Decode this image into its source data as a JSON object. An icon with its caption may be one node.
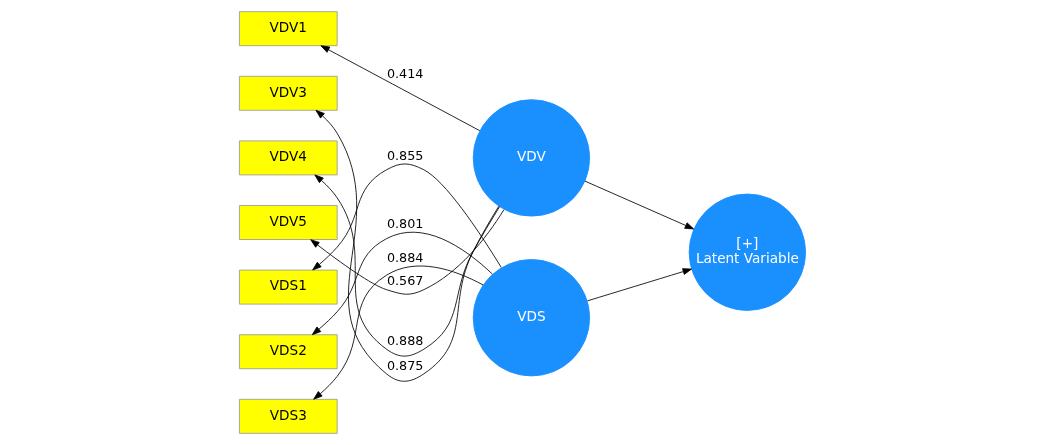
{
  "diagram": {
    "nodes": [
      {
        "text": [
          "VDV1"
        ]
      },
      {
        "text": [
          "VDV3"
        ]
      },
      {
        "text": [
          "VDV4"
        ]
      },
      {
        "text": [
          "VDV5"
        ]
      },
      {
        "text": [
          "VDS1"
        ]
      },
      {
        "text": [
          "VDS2"
        ]
      },
      {
        "text": [
          "VDS3"
        ]
      },
      {
        "text": [
          "VDV"
        ]
      },
      {
        "text": [
          "VDS"
        ]
      },
      {
        "text": [
          "[+]",
          "Latent Variable"
        ]
      }
    ],
    "edges": [
      {
        "from": 7,
        "to": 0,
        "arrow": "to",
        "label": "0.414"
      },
      {
        "from": 7,
        "to": 1,
        "arrow": "to",
        "label": "0.875"
      },
      {
        "from": 7,
        "to": 2,
        "arrow": "to",
        "label": "0.888"
      },
      {
        "from": 7,
        "to": 3,
        "arrow": "to",
        "label": "0.567"
      },
      {
        "from": 8,
        "to": 4,
        "arrow": "to",
        "label": "0.855"
      },
      {
        "from": 8,
        "to": 5,
        "arrow": "to",
        "label": "0.801"
      },
      {
        "from": 8,
        "to": 6,
        "arrow": "to",
        "label": "0.884"
      },
      {
        "from": 7,
        "to": 9,
        "arrow": "to"
      },
      {
        "from": 8,
        "to": 9,
        "arrow": "to"
      }
    ]
  }
}
